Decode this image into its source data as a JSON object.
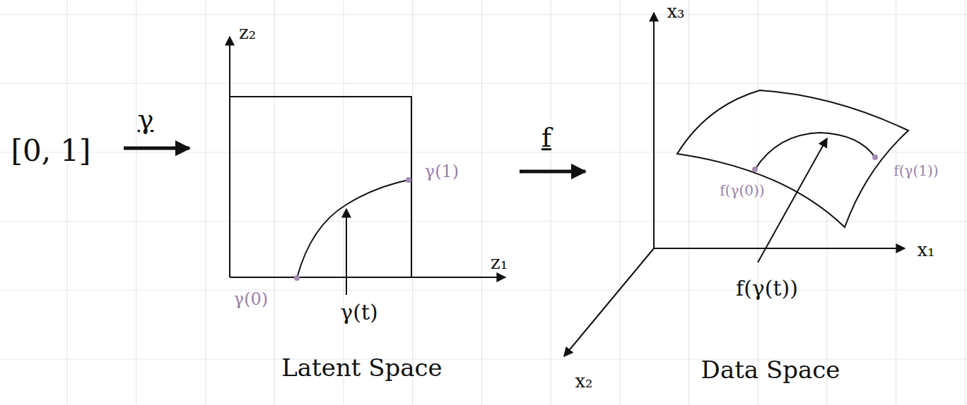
{
  "diagram": {
    "labels": [
      "[0, 1]",
      "γ",
      "z₂",
      "γ(1)",
      "z₁",
      "γ(0)",
      "γ(t)",
      "Latent Space",
      "f",
      "x₃",
      "f(γ(0))",
      "f(γ(1))",
      "x₁",
      "f(γ(t))",
      "x₂",
      "Data Space"
    ]
  }
}
